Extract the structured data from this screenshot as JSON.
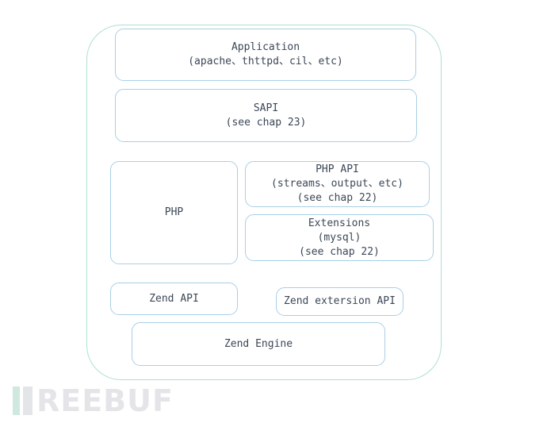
{
  "diagram": {
    "application": {
      "line1": "Application",
      "line2": "(apache、thttpd、cil、etc)"
    },
    "sapi": {
      "line1": "SAPI",
      "line2": "(see chap 23)"
    },
    "php": {
      "line1": "PHP"
    },
    "php_api": {
      "line1": "PHP API",
      "line2": "(streams、output、etc)",
      "line3": "(see chap 22)"
    },
    "extensions": {
      "line1": "Extensions",
      "line2": "(mysql)",
      "line3": "(see chap 22)"
    },
    "zend_api": {
      "line1": "Zend API"
    },
    "zend_extension_api": {
      "line1": "Zend extersion API"
    },
    "zend_engine": {
      "line1": "Zend Engine"
    }
  },
  "watermark": {
    "text": "REEBUF"
  },
  "colors": {
    "outer_border": "#aedfd4",
    "box_border": "#a9cfe6",
    "text": "#3b4756",
    "watermark": "#e3e5e8"
  }
}
